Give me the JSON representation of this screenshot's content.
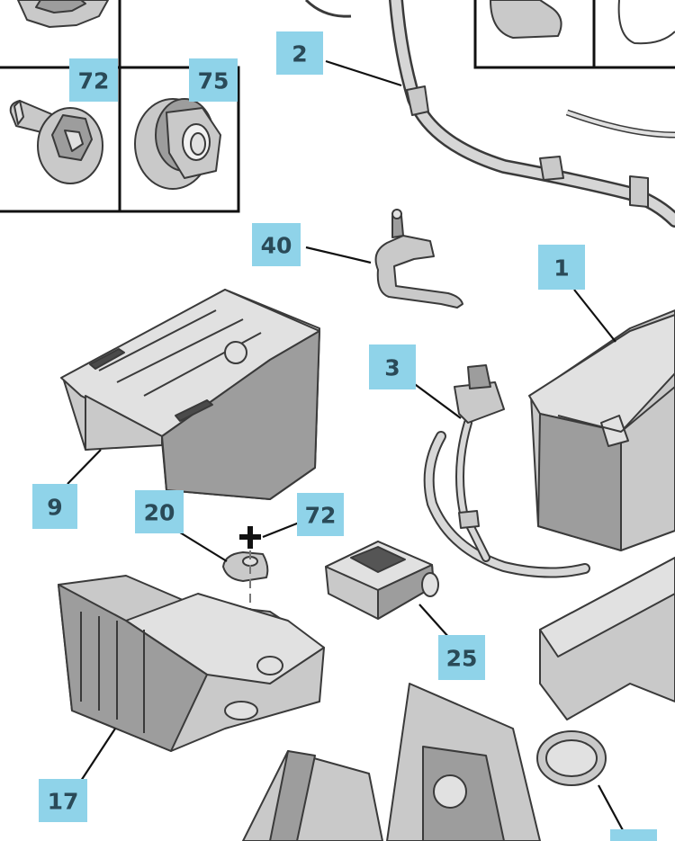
{
  "callouts": {
    "c72a": "72",
    "c75": "75",
    "c2": "2",
    "c40": "40",
    "c1": "1",
    "c3": "3",
    "c9": "9",
    "c20": "20",
    "c72b": "72",
    "c25": "25",
    "c17": "17"
  },
  "colors": {
    "callout_background": "#8fd3e9",
    "callout_text": "#2a4a58",
    "part_fill": "#c9c9c9",
    "line": "#111111"
  },
  "icons": {
    "fastener_marker": "plus-icon"
  }
}
